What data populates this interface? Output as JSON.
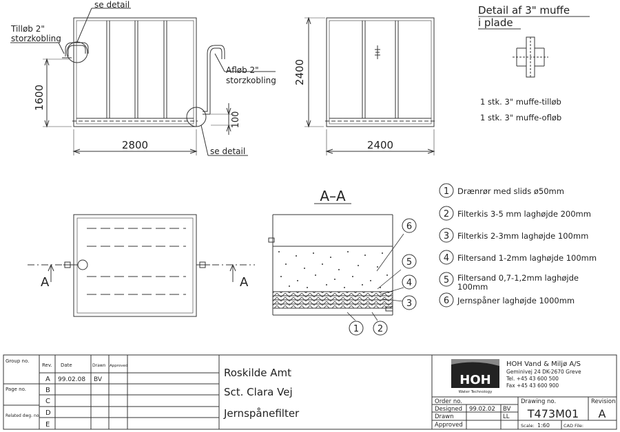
{
  "front_view": {
    "detail_callout_top": "se detail",
    "inlet_label_1": "Tilløb 2\"",
    "inlet_label_2": "storzkobling",
    "outlet_label_1": "Afløb 2\"",
    "outlet_label_2": "storzkobling",
    "detail_callout_bottom": "se detail",
    "dim_height": "1600",
    "dim_width": "2800",
    "dim_outlet_height": "100"
  },
  "side_view": {
    "dim_height": "2400",
    "dim_width": "2400"
  },
  "detail_note": {
    "title_line1": "Detail af 3\" muffe",
    "title_line2": "i plade",
    "item1": "1 stk. 3\" muffe-tilløb",
    "item2": "1 stk. 3\" muffe-ofløb"
  },
  "plan_view": {
    "section_mark_left": "A",
    "section_mark_right": "A"
  },
  "section": {
    "title": "A–A"
  },
  "legend": [
    {
      "num": "1",
      "text": "Drænrør med slids ø50mm"
    },
    {
      "num": "2",
      "text": "Filterkis 3-5 mm laghøjde 200mm"
    },
    {
      "num": "3",
      "text": "Filterkis 2-3mm laghøjde 100mm"
    },
    {
      "num": "4",
      "text": "Filtersand 1-2mm laghøjde 100mm"
    },
    {
      "num": "5",
      "text": "Filtersand 0,7-1,2mm laghøjde",
      "text2": "100mm"
    },
    {
      "num": "6",
      "text": "Jernspåner laghøjde 1000mm"
    }
  ],
  "title_block": {
    "group_no": "Group no.",
    "page_no": "Page no.",
    "related_dwg": "Related dwg. no.",
    "rev_header": "Rev.",
    "date_header": "Date",
    "drawn_header": "Drawn",
    "approved_header": "Approved",
    "revisions": [
      {
        "rev": "A",
        "date": "99.02.08",
        "drawn": "BV"
      },
      {
        "rev": "B",
        "date": "",
        "drawn": ""
      },
      {
        "rev": "C",
        "date": "",
        "drawn": ""
      },
      {
        "rev": "D",
        "date": "",
        "drawn": ""
      },
      {
        "rev": "E",
        "date": "",
        "drawn": ""
      }
    ],
    "project_line1": "Roskilde Amt",
    "project_line2": "Sct. Clara Vej",
    "project_line3": "Jernspånefilter",
    "logo_text": "HOH",
    "logo_sub": "Water Technology",
    "company_name": "HOH Vand & Miljø A/S",
    "company_addr": "Geminivej 24 DK-2670 Greve",
    "company_tel": "Tel. +45 43 600 500",
    "company_fax": "Fax +45 43 600 900",
    "order_no_label": "Order no.",
    "designed_label": "Designed",
    "designed_date": "99.02.02",
    "designed_by": "BV",
    "drawn_label": "Drawn",
    "drawn_by": "LL",
    "approved_label": "Approved",
    "drawing_no_label": "Drawing no.",
    "drawing_no": "T473M01",
    "revision_label": "Revision",
    "revision": "A",
    "scale_label": "Scale:",
    "scale": "1:60",
    "cad_file_label": "CAD File:"
  }
}
